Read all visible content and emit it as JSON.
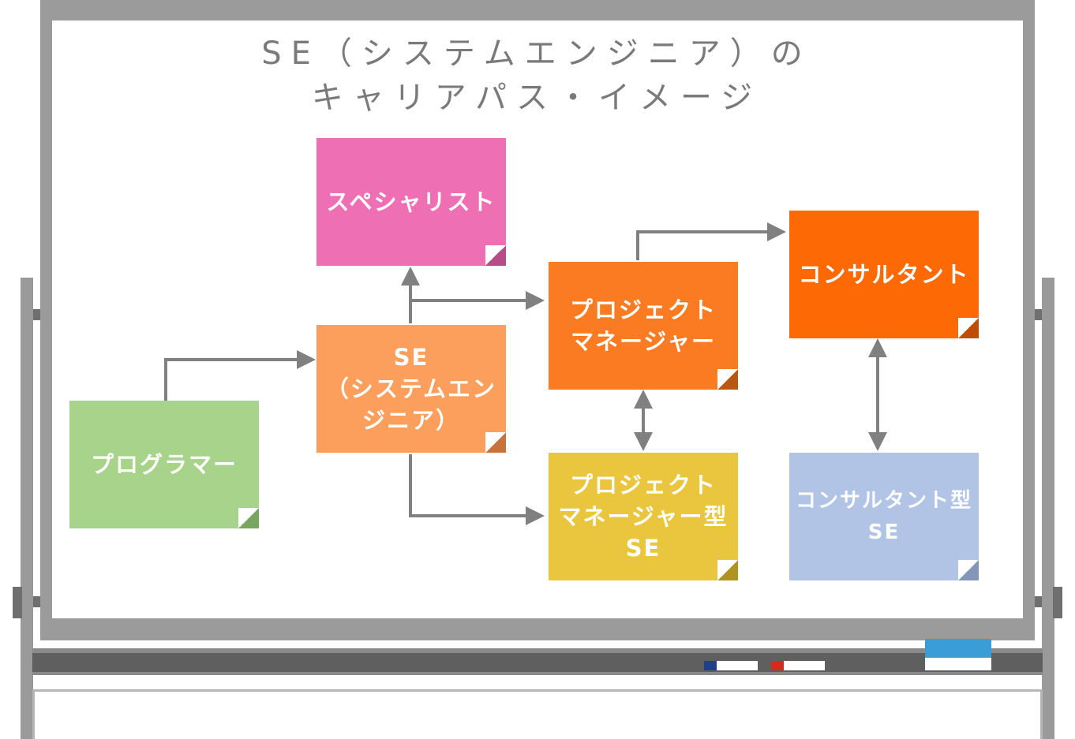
{
  "title": {
    "line1": "SE（システムエンジニア）の",
    "line2": "キャリアパス・イメージ"
  },
  "nodes": {
    "specialist": {
      "label": "スペシャリスト",
      "color": "#ee6fb4",
      "fold": "#b84b8a"
    },
    "programmer": {
      "label": "プログラマー",
      "color": "#a8d38a",
      "fold": "#78a560"
    },
    "se": {
      "label": "SE\n（システムエン\nジニア）",
      "color": "#fc9e5c",
      "fold": "#c7733b"
    },
    "project_manager": {
      "label": "プロジェクト\nマネージャー",
      "color": "#fb7b23",
      "fold": "#b95813"
    },
    "pm_type_se": {
      "label": "プロジェクト\nマネージャー型\nSE",
      "color": "#eac63e",
      "fold": "#b2921f"
    },
    "consultant": {
      "label": "コンサルタント",
      "color": "#fd6a05",
      "fold": "#bf4e02"
    },
    "consultant_type_se": {
      "label": "コンサルタント型\nSE",
      "color": "#b1c4e6",
      "fold": "#8396b8"
    }
  },
  "colors": {
    "arrow": "#808080",
    "board_frame": "#9b9b9b",
    "title_text": "#7a7a7a",
    "marker_blue_cap": "#1f3f8a",
    "marker_red_cap": "#d42b1d",
    "eraser_top": "#3b9dd6"
  }
}
